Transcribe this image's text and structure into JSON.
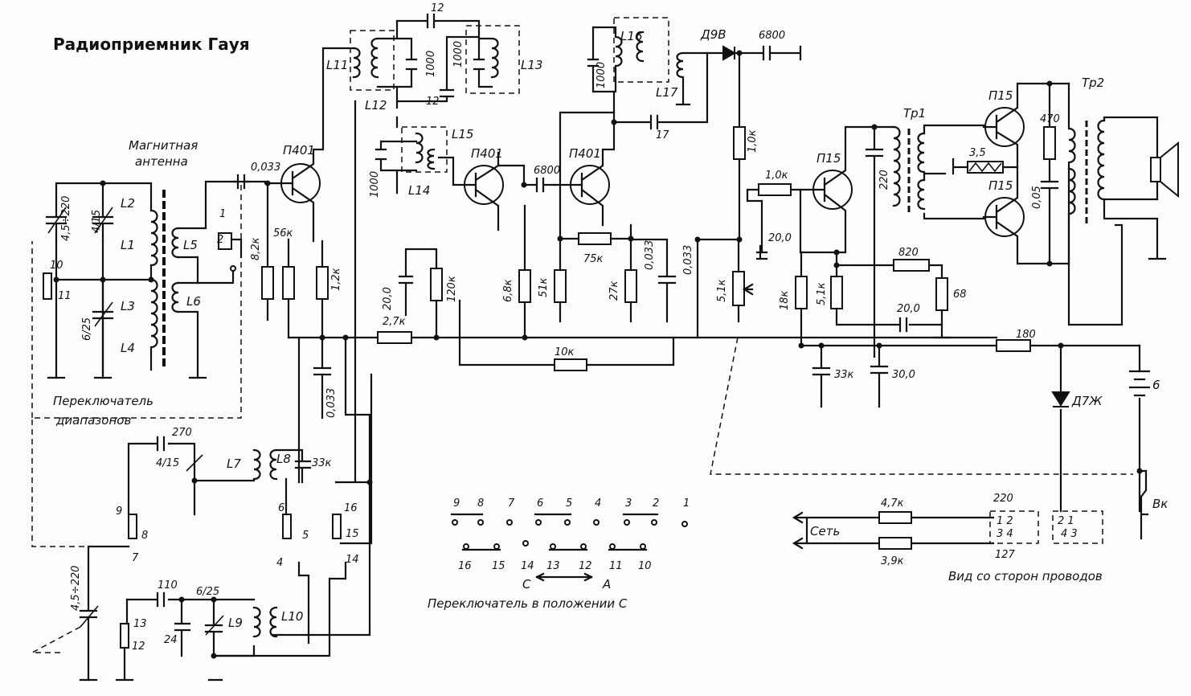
{
  "title": "Радиоприемник Гауя",
  "sections": {
    "magnetic_antenna": "Магнитная\nантенна",
    "band_switch": "Переключатель\nдиапазонов",
    "switch_position_caption": "Переключатель в положении С",
    "wire_side_view": "Вид со сторон проводов",
    "mains": "Сеть"
  },
  "switch_position_letters": [
    "С",
    "А"
  ],
  "transistors": [
    "П401",
    "П401",
    "П401",
    "П15",
    "П15",
    "П15"
  ],
  "diodes": [
    "Д9В",
    "Д7Ж"
  ],
  "transformers": [
    "Тр1",
    "Тр2"
  ],
  "coils": [
    "L1",
    "L2",
    "L3",
    "L4",
    "L5",
    "L6",
    "L7",
    "L8",
    "L10",
    "L11",
    "L12",
    "L13",
    "L14",
    "L15",
    "L16",
    "L17"
  ],
  "values": {
    "c_ant1": "4,5÷220",
    "c_ant2": "4/15",
    "c_ant3": "6/25",
    "c_in": "0,033",
    "r_bias1": "8,2к",
    "r_bias2": "56к",
    "r_e1": "1,2к",
    "c12_top": "12",
    "c12_mid": "12",
    "c1000a": "1000",
    "c1000b": "1000",
    "c1000c": "1000",
    "c1000d": "1000",
    "c6800a": "6800",
    "c6800b": "6800",
    "c17": "17",
    "r27k": "2,7к",
    "c20": "20,0",
    "r120k": "120к",
    "r10k": "10к",
    "r68k": "6,8к",
    "r51a": "51к",
    "r75k": "75к",
    "r27b": "27к",
    "c0033a": "0,033",
    "c0033b": "0,033",
    "c0033c": "0,033",
    "r10a": "1,0к",
    "r10b": "1,0к",
    "pot51": "5,1к",
    "c20b": "20,0",
    "c220": "220",
    "r18k": "18к",
    "r51b": "5,1к",
    "r820": "820",
    "r68": "68",
    "r470": "470",
    "r35": "3,5",
    "c005": "0,05",
    "c20c": "20,0",
    "r180": "180",
    "c33k": "33к",
    "c30": "30,0",
    "battery": "6",
    "switch_power": "Вк",
    "c270": "270",
    "c415": "4/15",
    "c33kb": "33к",
    "c110": "110",
    "c625": "6/25",
    "c24": "24",
    "c45220": "4,5÷220",
    "r47k": "4,7к",
    "r39k": "3,9к",
    "v220": "220",
    "v127": "127",
    "pins": [
      "1",
      "2",
      "3",
      "4",
      "5",
      "6",
      "7",
      "8",
      "9",
      "10",
      "11",
      "12",
      "13",
      "14",
      "15",
      "16"
    ]
  },
  "switch_diagram_top": [
    "9",
    "8",
    "7",
    "6",
    "5",
    "4",
    "3",
    "2",
    "1"
  ],
  "switch_diagram_bottom": [
    "16",
    "15",
    "14",
    "13",
    "12",
    "11",
    "10"
  ],
  "connector_left_pins": "1 2\n3 4",
  "connector_right_pins": "2 1\n4 3"
}
